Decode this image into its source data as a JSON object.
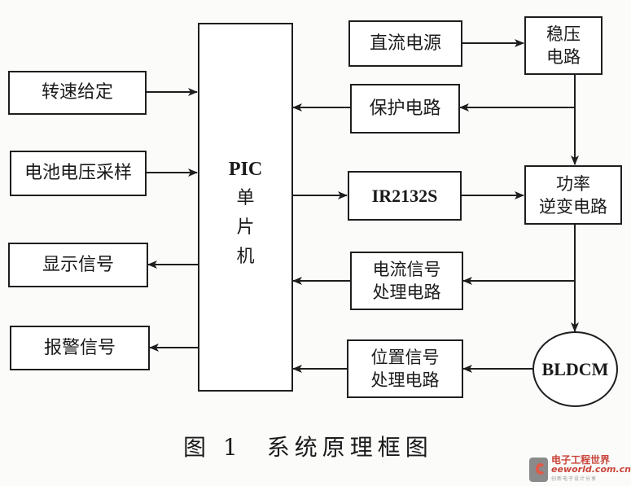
{
  "diagram": {
    "title": "系统原理框图",
    "figure_label": "图 1",
    "blocks": {
      "speed_setting": "转速给定",
      "battery_voltage_sampling": "电池电压采样",
      "display_signal": "显示信号",
      "alarm_signal": "报警信号",
      "mcu": {
        "line1": "PIC",
        "line2": "单",
        "line3": "片",
        "line4": "机"
      },
      "dc_power": "直流电源",
      "regulator": {
        "line1": "稳压",
        "line2": "电路"
      },
      "protection": "保护电路",
      "driver": "IR2132S",
      "inverter": {
        "line1": "功率",
        "line2": "逆变电路"
      },
      "current_signal": {
        "line1": "电流信号",
        "line2": "处理电路"
      },
      "position_signal": {
        "line1": "位置信号",
        "line2": "处理电路"
      },
      "motor": "BLDCM"
    },
    "connections": [
      {
        "from": "转速给定",
        "to": "PIC单片机"
      },
      {
        "from": "电池电压采样",
        "to": "PIC单片机"
      },
      {
        "from": "PIC单片机",
        "to": "显示信号"
      },
      {
        "from": "PIC单片机",
        "to": "报警信号"
      },
      {
        "from": "直流电源",
        "to": "稳压电路"
      },
      {
        "from": "稳压电路",
        "to": "保护电路"
      },
      {
        "from": "稳压电路",
        "to": "功率逆变电路"
      },
      {
        "from": "保护电路",
        "to": "PIC单片机"
      },
      {
        "from": "PIC单片机",
        "to": "IR2132S"
      },
      {
        "from": "IR2132S",
        "to": "功率逆变电路"
      },
      {
        "from": "功率逆变电路",
        "to": "电流信号处理电路"
      },
      {
        "from": "功率逆变电路",
        "to": "BLDCM"
      },
      {
        "from": "电流信号处理电路",
        "to": "PIC单片机"
      },
      {
        "from": "BLDCM",
        "to": "位置信号处理电路"
      },
      {
        "from": "位置信号处理电路",
        "to": "PIC单片机"
      }
    ]
  },
  "watermark": {
    "name_cn": "电子工程世界",
    "domain": "eeworld.com.cn",
    "tagline": "创新电子设计分享"
  }
}
